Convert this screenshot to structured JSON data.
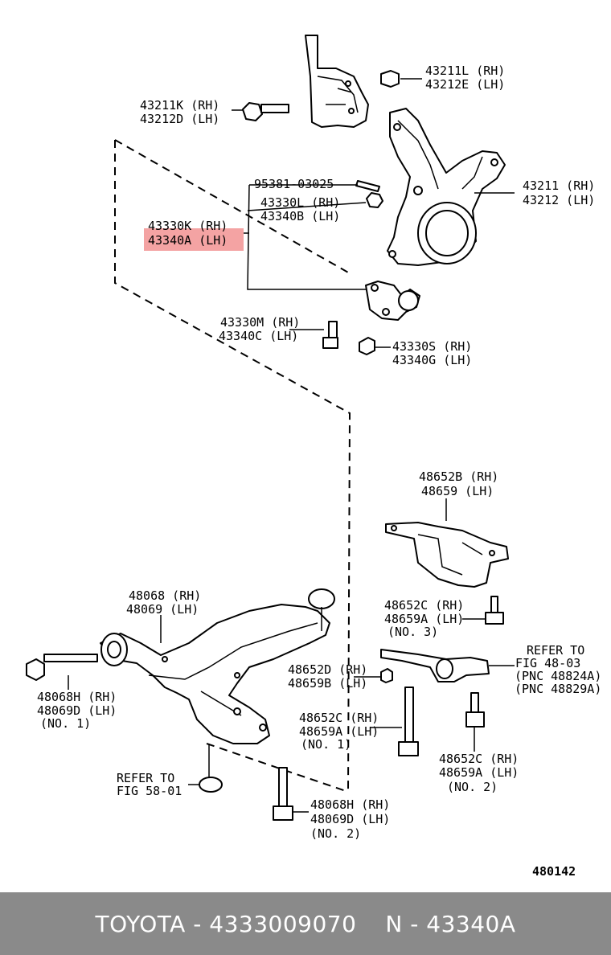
{
  "highlight_color": "#f4a3a3",
  "labels": {
    "l43211K": "43211K (RH)",
    "l43212D": "43212D (LH)",
    "l43211L": "43211L (RH)",
    "l43212E": "43212E (LH)",
    "l95381": "95381-03025",
    "l43330L": "43330L (RH)",
    "l43340B": "43340B (LH)",
    "l43211": "43211 (RH)",
    "l43212": "43212 (LH)",
    "l43330K": "43330K (RH)",
    "l43340A": "43340A (LH)",
    "l43330M": "43330M (RH)",
    "l43340C": "43340C (LH)",
    "l43330S": "43330S (RH)",
    "l43340G": "43340G (LH)",
    "l48652B": "48652B (RH)",
    "l48659": "48659 (LH)",
    "l48068": "48068 (RH)",
    "l48069": "48069 (LH)",
    "l48652C_a": "48652C (RH)",
    "l48659A_a": "48659A (LH)",
    "l_no3": "(NO. 3)",
    "l_refer_to": "REFER TO",
    "l_fig4803": "FIG 48-03",
    "l_pnc48824a": "(PNC 48824A)",
    "l_pnc48829a": "(PNC 48829A)",
    "l48652D": "48652D (RH)",
    "l48659B": "48659B (LH)",
    "l48068H_a": "48068H (RH)",
    "l48069D_a": "48069D (LH)",
    "l_no1_a": "(NO. 1)",
    "l48652C_b": "48652C (RH)",
    "l48659A_b": "48659A (LH)",
    "l_no1_b": "(NO. 1)",
    "l48652C_c": "48652C (RH)",
    "l48659A_c": "48659A (LH)",
    "l_no2_c": "(NO. 2)",
    "l_refer_to2": "REFER TO",
    "l_fig5801": "FIG 58-01",
    "l48068H_b": "48068H (RH)",
    "l48069D_b": "48069D (LH)",
    "l_no2_b": "(NO. 2)",
    "l480142": "480142"
  },
  "footer": {
    "brand": "TOYOTA",
    "part_number": "4333009070",
    "n_code": "N - 43340A",
    "dash": "-"
  }
}
